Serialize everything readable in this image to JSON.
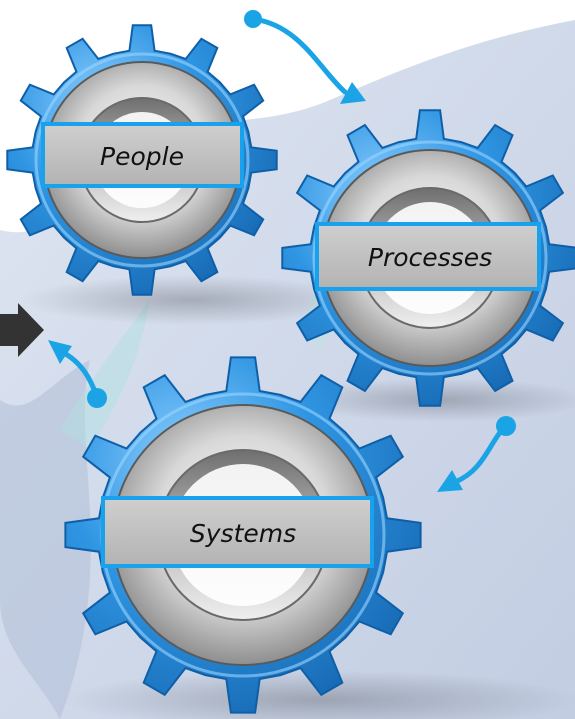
{
  "colors": {
    "gear_blue": "#2f95e2",
    "gear_blue_dark": "#1566b0",
    "gear_blue_light": "#8fd0ff",
    "label_fill": "#bdbdbd",
    "label_border": "#18a2ee",
    "background_shape": "#c7d2e6",
    "arrow_blue": "#1aa4e6",
    "arrow_dark": "#333333"
  },
  "gears": [
    {
      "id": "people",
      "label": "People"
    },
    {
      "id": "processes",
      "label": "Processes"
    },
    {
      "id": "systems",
      "label": "Systems"
    }
  ],
  "arrows": [
    {
      "id": "people-to-processes",
      "color": "#1aa4e6"
    },
    {
      "id": "processes-to-systems",
      "color": "#1aa4e6"
    },
    {
      "id": "systems-to-output",
      "color": "#1aa4e6"
    },
    {
      "id": "external-output",
      "color": "#333333"
    }
  ]
}
